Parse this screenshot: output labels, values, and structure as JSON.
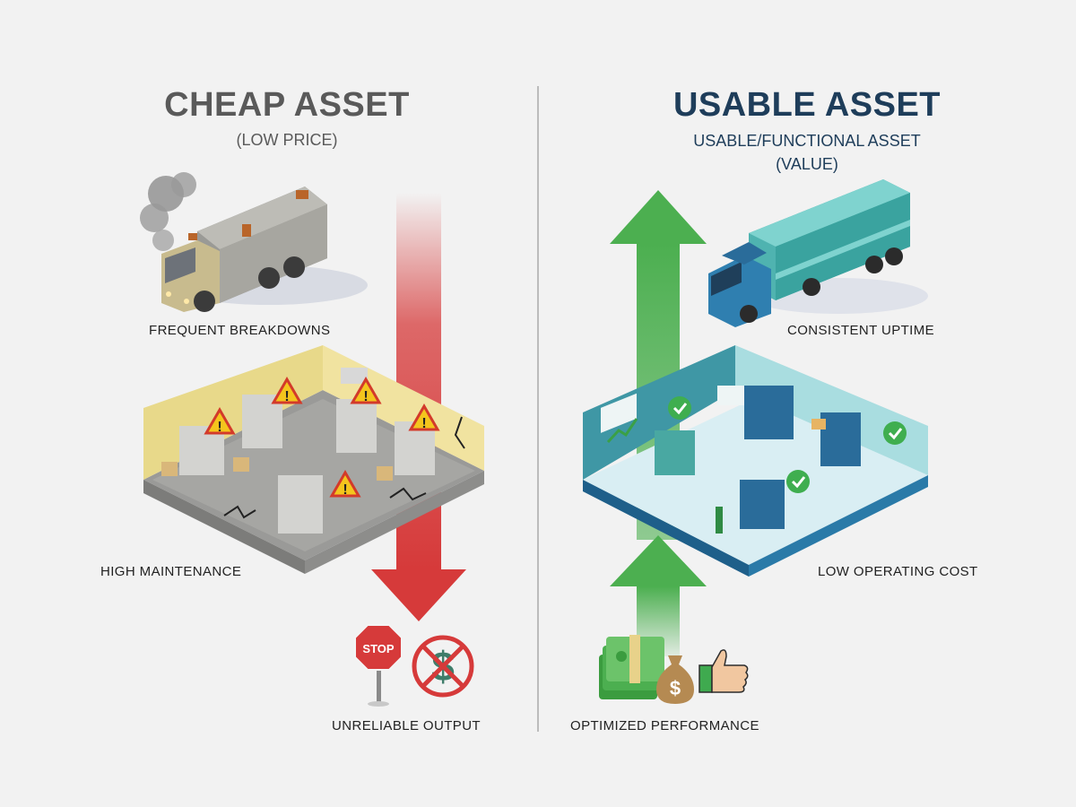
{
  "left": {
    "title": "CHEAP ASSET",
    "subtitle": "(LOW PRICE)",
    "color": "#5a5a5a",
    "arrow": {
      "direction": "down",
      "color": "#d63a3a"
    },
    "items": [
      {
        "label": "FREQUENT BREAKDOWNS",
        "icon": "rusty-truck-icon"
      },
      {
        "label": "HIGH MAINTENANCE",
        "icon": "broken-factory-icon"
      },
      {
        "label": "UNRELIABLE OUTPUT",
        "icons": [
          "stop-sign-icon",
          "no-money-icon"
        ]
      }
    ],
    "stop_text": "STOP"
  },
  "right": {
    "title": "USABLE ASSET",
    "subtitle_line1": "USABLE/FUNCTIONAL ASSET",
    "subtitle_line2": "(VALUE)",
    "color": "#1e3d5a",
    "arrow": {
      "direction": "up",
      "color": "#4caf50"
    },
    "items": [
      {
        "label": "CONSISTENT UPTIME",
        "icon": "modern-truck-icon"
      },
      {
        "label": "LOW OPERATING COST",
        "icon": "efficient-factory-icon"
      },
      {
        "label": "OPTIMIZED PERFORMANCE",
        "icons": [
          "money-stack-icon",
          "money-bag-icon",
          "thumbs-up-icon"
        ]
      }
    ],
    "money_symbol": "$"
  }
}
